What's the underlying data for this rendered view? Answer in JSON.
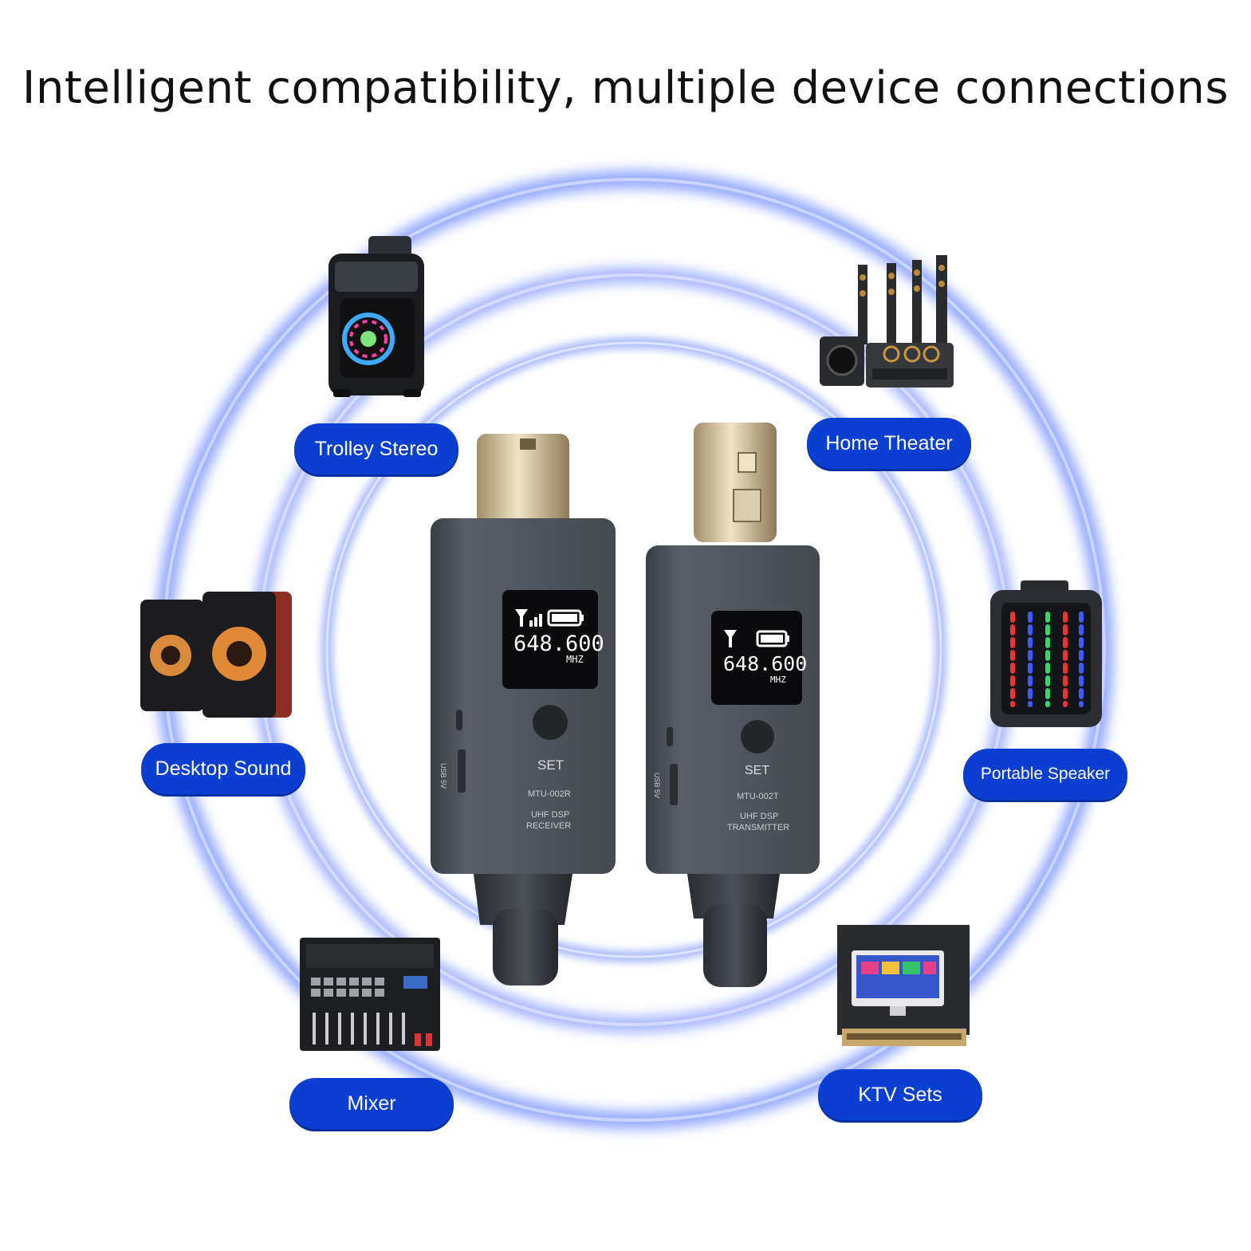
{
  "title": "Intelligent compatibility, multiple device connections",
  "colors": {
    "pill": "#0b3fd1",
    "ring": "#7b96ff",
    "device_body": "#4a4f57"
  },
  "categories": [
    {
      "label": "Trolley Stereo",
      "icon": "trolley-stereo-icon"
    },
    {
      "label": "Home Theater",
      "icon": "home-theater-icon"
    },
    {
      "label": "Desktop Sound",
      "icon": "desktop-speakers-icon"
    },
    {
      "label": "Portable Speaker",
      "icon": "portable-speaker-icon"
    },
    {
      "label": "Mixer",
      "icon": "mixer-icon"
    },
    {
      "label": "KTV Sets",
      "icon": "ktv-set-icon"
    }
  ],
  "receiver": {
    "frequency": "648.600",
    "unit": "MHZ",
    "button": "SET",
    "model": "MTU-002R",
    "type_line1": "UHF DSP",
    "type_line2": "RECEIVER",
    "side_text": "USB 5V"
  },
  "transmitter": {
    "frequency": "648.600",
    "unit": "MHZ",
    "button": "SET",
    "model": "MTU-002T",
    "type_line1": "UHF DSP",
    "type_line2": "TRANSMITTER",
    "side_text": "USB 5V"
  }
}
